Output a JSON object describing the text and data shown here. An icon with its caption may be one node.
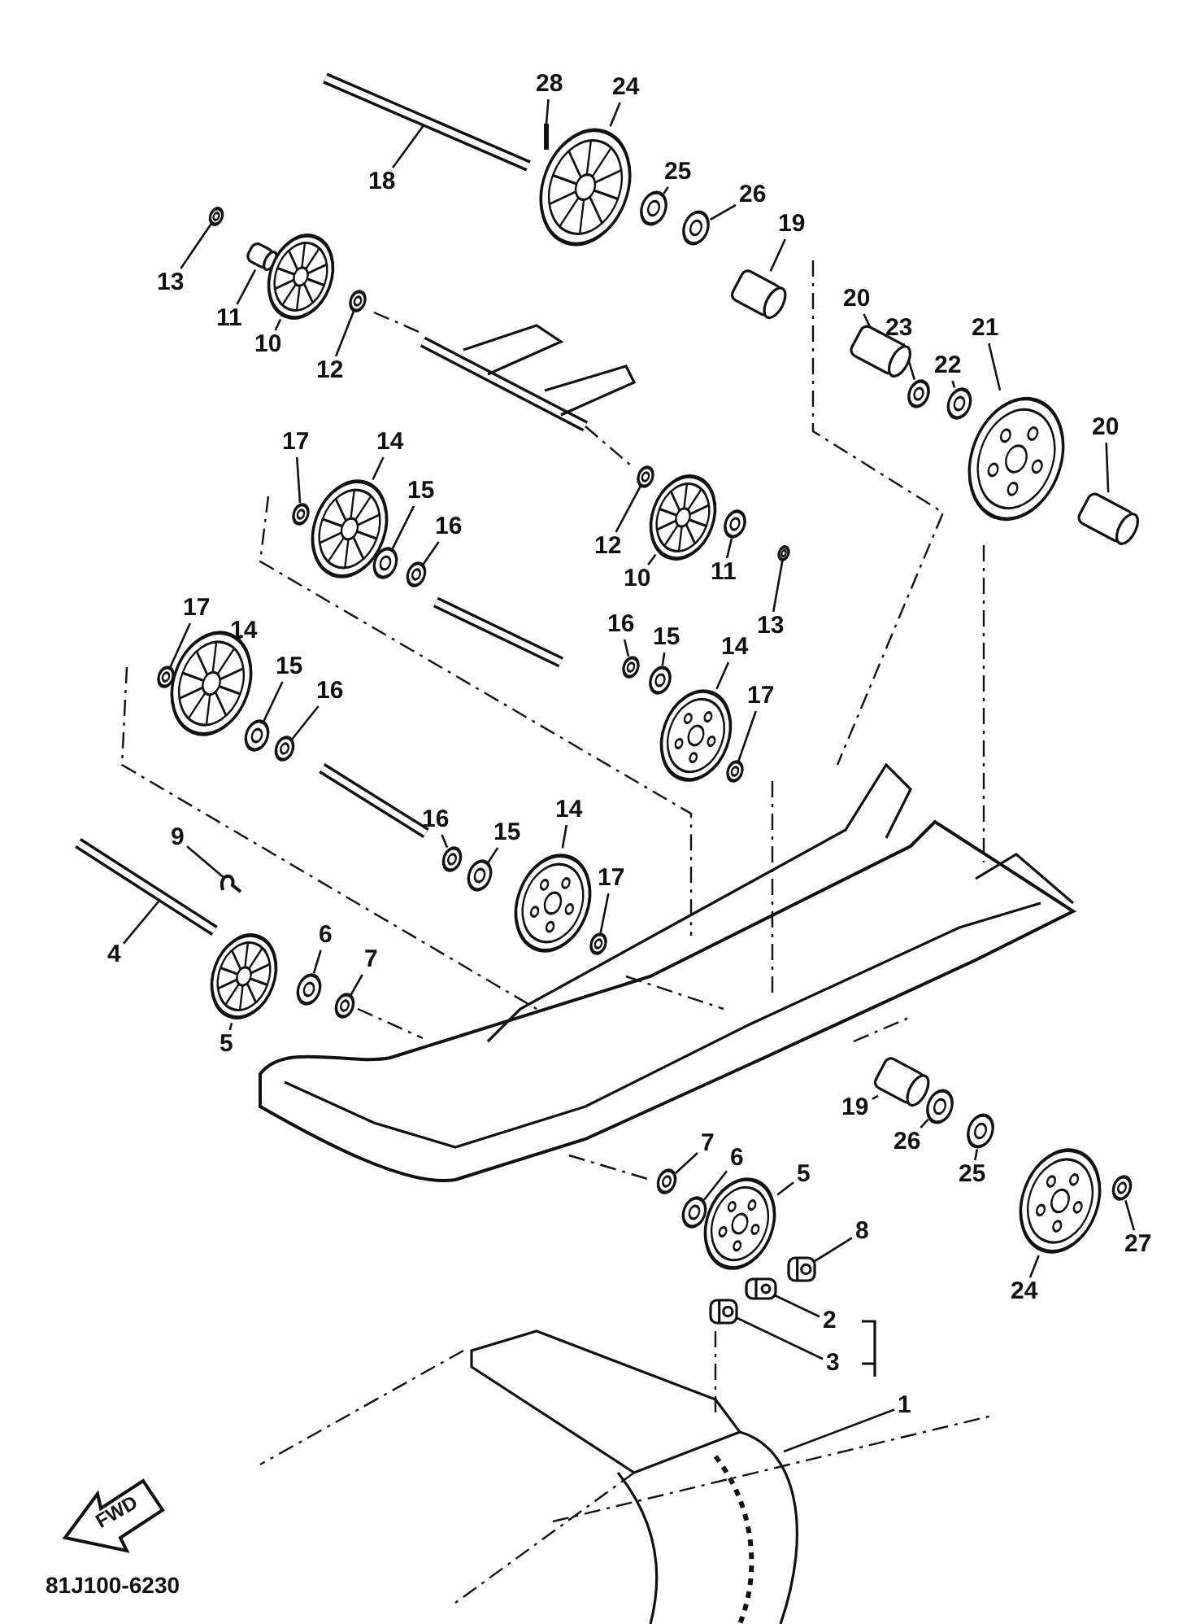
{
  "diagram": {
    "nodes": [
      {
        "text": [
          "28"
        ]
      },
      {
        "text": [
          "24"
        ]
      },
      {
        "text": [
          "18"
        ]
      },
      {
        "text": [
          "25"
        ]
      },
      {
        "text": [
          "26"
        ]
      },
      {
        "text": [
          "19"
        ]
      },
      {
        "text": [
          "13"
        ]
      },
      {
        "text": [
          "11"
        ]
      },
      {
        "text": [
          "10"
        ]
      },
      {
        "text": [
          "12"
        ]
      },
      {
        "text": [
          "20"
        ]
      },
      {
        "text": [
          "23"
        ]
      },
      {
        "text": [
          "22"
        ]
      },
      {
        "text": [
          "21"
        ]
      },
      {
        "text": [
          "20"
        ]
      },
      {
        "text": [
          "17"
        ]
      },
      {
        "text": [
          "14"
        ]
      },
      {
        "text": [
          "15"
        ]
      },
      {
        "text": [
          "16"
        ]
      },
      {
        "text": [
          "12"
        ]
      },
      {
        "text": [
          "10"
        ]
      },
      {
        "text": [
          "11"
        ]
      },
      {
        "text": [
          "13"
        ]
      },
      {
        "text": [
          "17"
        ]
      },
      {
        "text": [
          "14"
        ]
      },
      {
        "text": [
          "15"
        ]
      },
      {
        "text": [
          "16"
        ]
      },
      {
        "text": [
          "16"
        ]
      },
      {
        "text": [
          "15"
        ]
      },
      {
        "text": [
          "14"
        ]
      },
      {
        "text": [
          "17"
        ]
      },
      {
        "text": [
          "16"
        ]
      },
      {
        "text": [
          "15"
        ]
      },
      {
        "text": [
          "14"
        ]
      },
      {
        "text": [
          "17"
        ]
      },
      {
        "text": [
          "9"
        ]
      },
      {
        "text": [
          "4"
        ]
      },
      {
        "text": [
          "6"
        ]
      },
      {
        "text": [
          "7"
        ]
      },
      {
        "text": [
          "5"
        ]
      },
      {
        "text": [
          "19"
        ]
      },
      {
        "text": [
          "26"
        ]
      },
      {
        "text": [
          "25"
        ]
      },
      {
        "text": [
          "24"
        ]
      },
      {
        "text": [
          "27"
        ]
      },
      {
        "text": [
          "7"
        ]
      },
      {
        "text": [
          "6"
        ]
      },
      {
        "text": [
          "5"
        ]
      },
      {
        "text": [
          "8"
        ]
      },
      {
        "text": [
          "2"
        ]
      },
      {
        "text": [
          "3"
        ]
      },
      {
        "text": [
          "1"
        ]
      },
      {
        "text": [],
        "shape": "picture"
      },
      {
        "text": [],
        "shape": "picture"
      },
      {
        "text": [],
        "shape": "picture"
      },
      {
        "text": [],
        "shape": "picture"
      },
      {
        "text": [],
        "shape": "picture"
      },
      {
        "text": [],
        "shape": "picture"
      },
      {
        "text": [],
        "shape": "picture"
      },
      {
        "text": [],
        "shape": "picture"
      },
      {
        "text": [],
        "shape": "picture"
      },
      {
        "text": [],
        "shape": "picture"
      },
      {
        "text": [],
        "shape": "picture"
      },
      {
        "text": [],
        "shape": "picture"
      },
      {
        "text": [],
        "shape": "picture"
      },
      {
        "text": [],
        "shape": "picture"
      },
      {
        "text": [],
        "shape": "picture"
      },
      {
        "text": [],
        "shape": "picture"
      },
      {
        "text": [],
        "shape": "picture"
      },
      {
        "text": [],
        "shape": "picture"
      },
      {
        "text": [],
        "shape": "picture"
      },
      {
        "text": [],
        "shape": "picture"
      },
      {
        "text": [],
        "shape": "picture"
      },
      {
        "text": [],
        "shape": "picture"
      },
      {
        "text": [],
        "shape": "picture"
      },
      {
        "text": [],
        "shape": "picture"
      },
      {
        "text": [],
        "shape": "picture"
      },
      {
        "text": [],
        "shape": "picture"
      },
      {
        "text": [],
        "shape": "picture"
      },
      {
        "text": [],
        "shape": "picture"
      },
      {
        "text": [],
        "shape": "picture"
      },
      {
        "text": [],
        "shape": "picture"
      },
      {
        "text": [],
        "shape": "picture"
      },
      {
        "text": [],
        "shape": "picture"
      },
      {
        "text": [],
        "shape": "picture"
      },
      {
        "text": [],
        "shape": "picture"
      },
      {
        "text": [],
        "shape": "picture"
      },
      {
        "text": [],
        "shape": "picture"
      },
      {
        "text": [],
        "shape": "picture"
      },
      {
        "text": [],
        "shape": "picture"
      },
      {
        "text": [],
        "shape": "picture"
      },
      {
        "text": [],
        "shape": "picture"
      },
      {
        "text": [],
        "shape": "picture"
      },
      {
        "text": [],
        "shape": "picture"
      },
      {
        "text": [],
        "shape": "picture"
      },
      {
        "text": [],
        "shape": "picture"
      },
      {
        "text": [],
        "shape": "picture"
      },
      {
        "text": [],
        "shape": "picture"
      },
      {
        "text": [],
        "shape": "picture"
      },
      {
        "text": [],
        "shape": "picture"
      },
      {
        "text": [],
        "shape": "picture"
      },
      {
        "text": [],
        "shape": "picture"
      },
      {
        "text": [],
        "shape": "picture"
      },
      {
        "text": [],
        "shape": "picture"
      }
    ],
    "edges": [
      {
        "from": 0,
        "to": 52,
        "arrow": "none"
      },
      {
        "from": 1,
        "to": 53,
        "arrow": "none"
      },
      {
        "from": 2,
        "to": 54,
        "arrow": "none"
      },
      {
        "from": 3,
        "to": 55,
        "arrow": "none"
      },
      {
        "from": 4,
        "to": 56,
        "arrow": "none"
      },
      {
        "from": 5,
        "to": 57,
        "arrow": "none"
      },
      {
        "from": 6,
        "to": 58,
        "arrow": "none"
      },
      {
        "from": 7,
        "to": 59,
        "arrow": "none"
      },
      {
        "from": 8,
        "to": 60,
        "arrow": "none"
      },
      {
        "from": 9,
        "to": 61,
        "arrow": "none"
      },
      {
        "from": 10,
        "to": 62,
        "arrow": "none"
      },
      {
        "from": 11,
        "to": 63,
        "arrow": "none"
      },
      {
        "from": 12,
        "to": 64,
        "arrow": "none"
      },
      {
        "from": 13,
        "to": 65,
        "arrow": "none"
      },
      {
        "from": 14,
        "to": 66,
        "arrow": "none"
      },
      {
        "from": 15,
        "to": 67,
        "arrow": "none"
      },
      {
        "from": 16,
        "to": 68,
        "arrow": "none"
      },
      {
        "from": 17,
        "to": 69,
        "arrow": "none"
      },
      {
        "from": 18,
        "to": 70,
        "arrow": "none"
      },
      {
        "from": 19,
        "to": 71,
        "arrow": "none"
      },
      {
        "from": 20,
        "to": 72,
        "arrow": "none"
      },
      {
        "from": 21,
        "to": 73,
        "arrow": "none"
      },
      {
        "from": 22,
        "to": 74,
        "arrow": "none"
      },
      {
        "from": 23,
        "to": 75,
        "arrow": "none"
      },
      {
        "from": 24,
        "to": 76,
        "arrow": "none"
      },
      {
        "from": 25,
        "to": 77,
        "arrow": "none"
      },
      {
        "from": 26,
        "to": 78,
        "arrow": "none"
      },
      {
        "from": 27,
        "to": 79,
        "arrow": "none"
      },
      {
        "from": 28,
        "to": 80,
        "arrow": "none"
      },
      {
        "from": 29,
        "to": 81,
        "arrow": "none"
      },
      {
        "from": 30,
        "to": 82,
        "arrow": "none"
      },
      {
        "from": 31,
        "to": 83,
        "arrow": "none"
      },
      {
        "from": 32,
        "to": 84,
        "arrow": "none"
      },
      {
        "from": 33,
        "to": 85,
        "arrow": "none"
      },
      {
        "from": 34,
        "to": 86,
        "arrow": "none"
      },
      {
        "from": 35,
        "to": 87,
        "arrow": "none"
      },
      {
        "from": 36,
        "to": 88,
        "arrow": "none"
      },
      {
        "from": 37,
        "to": 89,
        "arrow": "none"
      },
      {
        "from": 38,
        "to": 90,
        "arrow": "none"
      },
      {
        "from": 39,
        "to": 91,
        "arrow": "none"
      },
      {
        "from": 40,
        "to": 92,
        "arrow": "none"
      },
      {
        "from": 41,
        "to": 93,
        "arrow": "none"
      },
      {
        "from": 42,
        "to": 94,
        "arrow": "none"
      },
      {
        "from": 43,
        "to": 95,
        "arrow": "none"
      },
      {
        "from": 44,
        "to": 96,
        "arrow": "none"
      },
      {
        "from": 45,
        "to": 97,
        "arrow": "none"
      },
      {
        "from": 46,
        "to": 98,
        "arrow": "none"
      },
      {
        "from": 47,
        "to": 99,
        "arrow": "none"
      },
      {
        "from": 48,
        "to": 100,
        "arrow": "none"
      },
      {
        "from": 49,
        "to": 101,
        "arrow": "none"
      },
      {
        "from": 50,
        "to": 102,
        "arrow": "none"
      },
      {
        "from": 51,
        "to": 103,
        "arrow": "none"
      }
    ],
    "labels": [
      "FWD",
      "81J100-6230"
    ]
  }
}
